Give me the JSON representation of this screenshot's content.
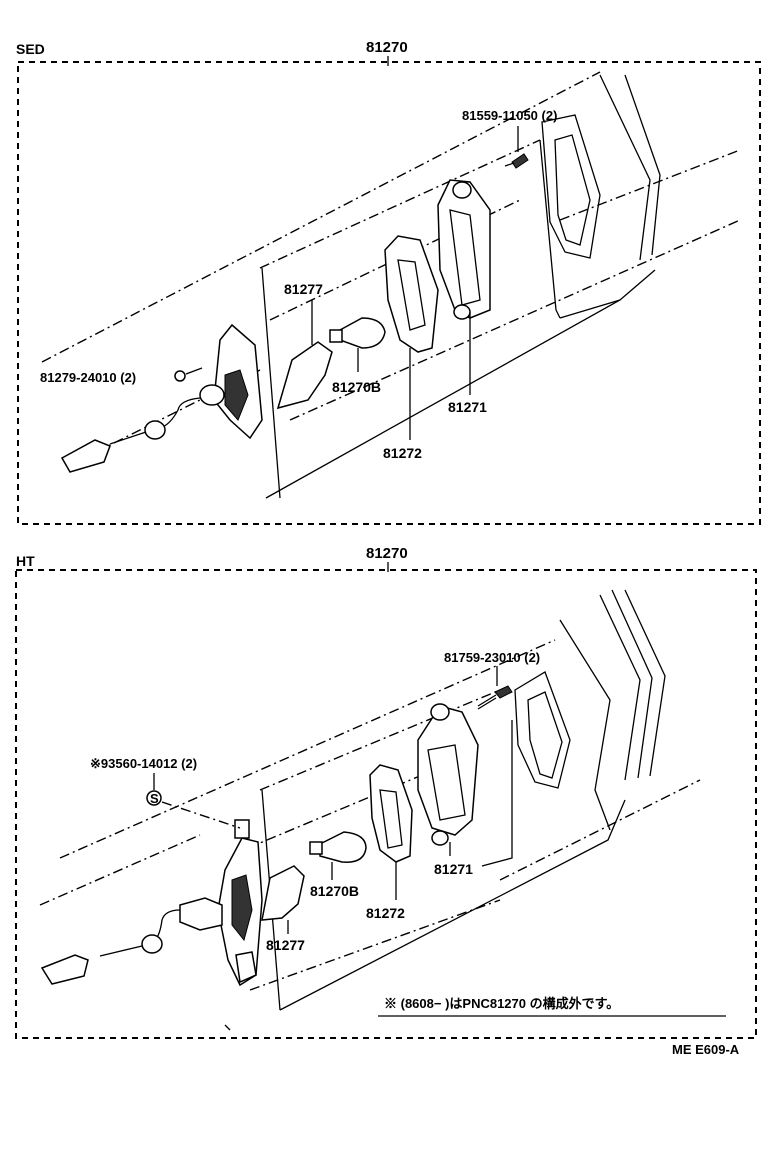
{
  "sed_section": {
    "tag": "SED",
    "assembly": "81270",
    "callouts": {
      "screw_top": "81559-11050 (2)",
      "cover": "81277",
      "screw_left": "81279-24010 (2)",
      "bulb": "81270B",
      "lens": "81271",
      "gasket": "81272"
    }
  },
  "ht_section": {
    "tag": "HT",
    "assembly": "81270",
    "callouts": {
      "screw_top": "81759-23010 (2)",
      "nut": "※93560-14012 (2)",
      "bulb": "81270B",
      "cover": "81277",
      "gasket": "81272",
      "lens": "81271"
    },
    "note": "※ (8608−        )はPNC81270 の構成外です。"
  },
  "diagram_code": "ME E609-A"
}
